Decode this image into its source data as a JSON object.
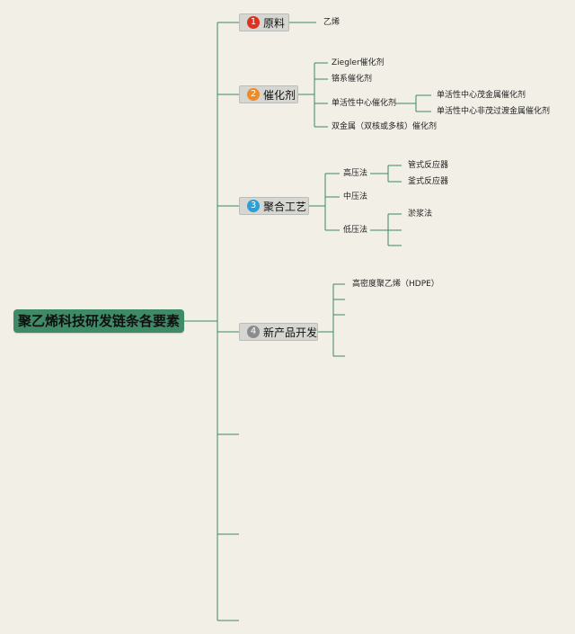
{
  "root": {
    "label": "聚乙烯科技研发链条各要素"
  },
  "branches": [
    {
      "num": "1",
      "label": "原料",
      "badge_color": "#e0301e"
    },
    {
      "num": "2",
      "label": "催化剂",
      "badge_color": "#f08a24"
    },
    {
      "num": "3",
      "label": "聚合工艺",
      "badge_color": "#2a9fd8"
    },
    {
      "num": "4",
      "label": "新产品开发",
      "badge_color": "#8c8c8c"
    }
  ],
  "raw_material": {
    "items": [
      "乙烯"
    ]
  },
  "catalyst": {
    "items": [
      "Ziegler催化剂",
      "铬系催化剂",
      "单活性中心催化剂",
      "双金属（双核或多核）催化剂"
    ],
    "single_site": [
      "单活性中心茂金属催化剂",
      "单活性中心非茂过渡金属催化剂"
    ]
  },
  "process": {
    "items": [
      "高压法",
      "中压法",
      "低压法"
    ],
    "high_pressure": [
      "管式反应器",
      "釜式反应器"
    ],
    "low_pressure": [
      "淤浆法"
    ]
  },
  "product": {
    "items": [
      "高密度聚乙烯（HDPE）"
    ]
  },
  "colors": {
    "line": "#3d8a5f",
    "root_fill": "#3f8a67",
    "background": "#f2efe7"
  }
}
